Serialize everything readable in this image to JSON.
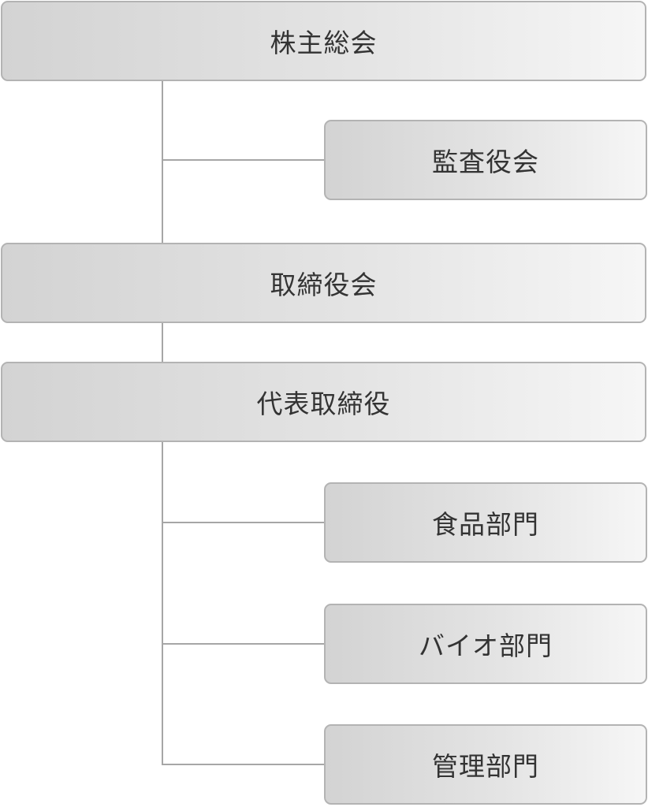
{
  "org_chart": {
    "general_meeting": "株主総会",
    "audit_board": "監査役会",
    "board_of_directors": "取締役会",
    "representative_director": "代表取締役",
    "departments": [
      {
        "label": "食品部門"
      },
      {
        "label": "バイオ部門"
      },
      {
        "label": "管理部門"
      }
    ]
  }
}
